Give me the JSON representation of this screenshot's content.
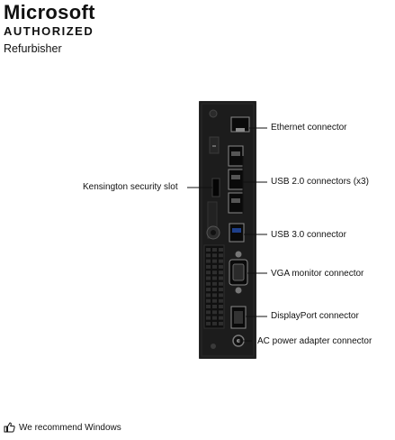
{
  "brand": {
    "line1": "Microsoft",
    "line2": "AUTHORIZED",
    "line3": "Refurbisher"
  },
  "callouts": {
    "ethernet": "Ethernet connector",
    "usb2": "USB 2.0 connectors (x3)",
    "kensington": "Kensington security slot",
    "usb3": "USB 3.0 connector",
    "vga": "VGA monitor connector",
    "displayport": "DisplayPort connector",
    "ac_power": "AC power adapter connector"
  },
  "footer": {
    "icon": "thumbs-up-icon",
    "text": "We recommend Windows"
  },
  "colors": {
    "chassis": "#1c1c1c",
    "chassis_edge": "#333333",
    "port_dark": "#0a0a0a",
    "port_metal": "#8a8a8a",
    "leader_line": "#111111"
  }
}
